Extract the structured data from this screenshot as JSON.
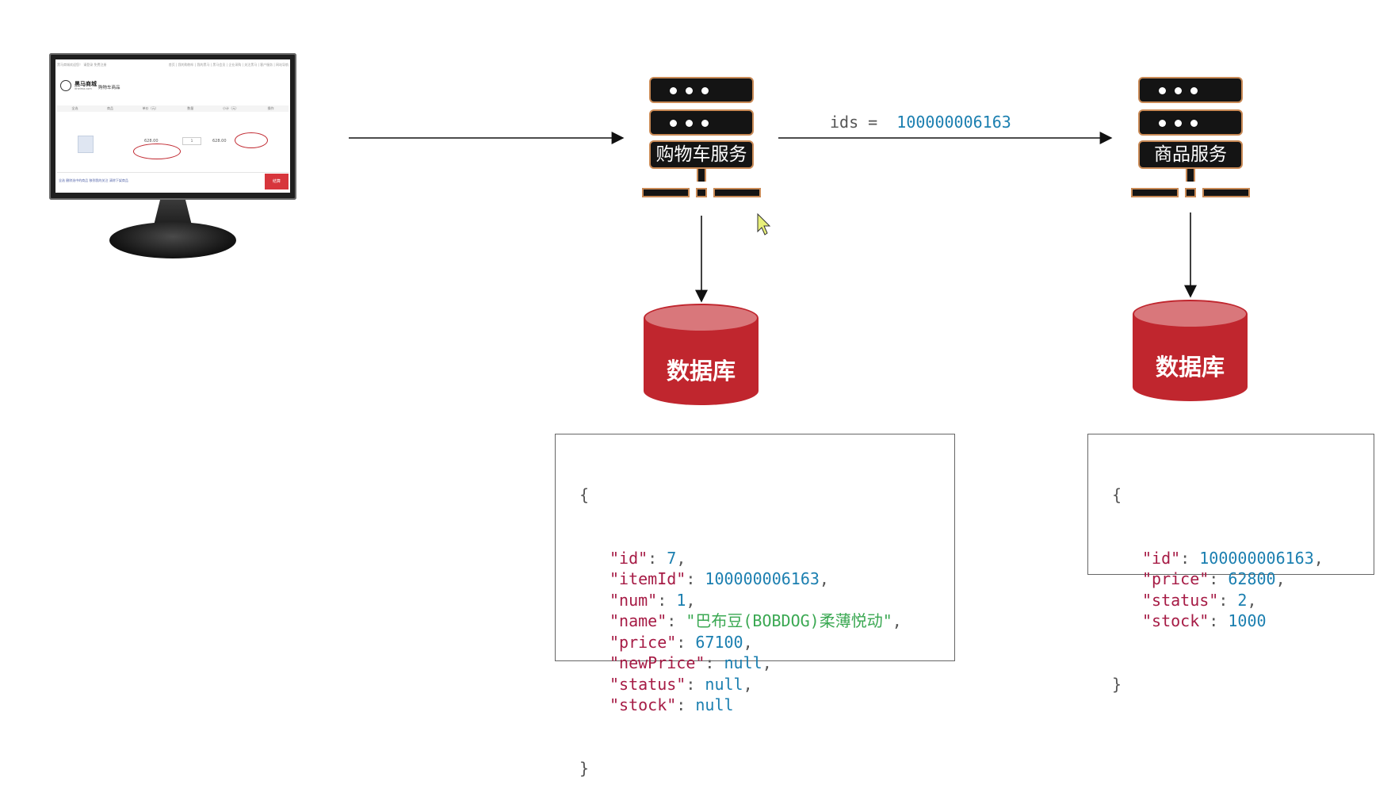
{
  "monitor": {
    "topbar_left": "黑马商城欢迎您！ 请登录 免费注册",
    "topbar_right": "首页 | 我的购物车 | 我的黑马 | 黑马会员 | 企业采购 | 关注黑马 | 客户服务 | 网站导航",
    "brand": "黑马商城",
    "brand_sub": "itheima.com",
    "page_title": "购物车商品",
    "table_headers": [
      "全选",
      "商品",
      "单价（元）",
      "数量",
      "小计（元）",
      "操作"
    ],
    "unit_price": "628.00",
    "quantity": "1",
    "subtotal": "628.00",
    "links": "全选  删除选中的商品  移到我的关注  清除下架商品",
    "checkout": "结算"
  },
  "cart_service": {
    "label": "购物车服务"
  },
  "item_service": {
    "label": "商品服务"
  },
  "arrow_label": {
    "key": "ids",
    "eq": " = ",
    "value": "100000006163"
  },
  "cart_db": {
    "label": "数据库"
  },
  "item_db": {
    "label": "数据库"
  },
  "cart_json": {
    "open": "{",
    "close": "}",
    "lines": [
      {
        "key": "\"id\"",
        "value": "7",
        "type": "n",
        "comma": ","
      },
      {
        "key": "\"itemId\"",
        "value": "100000006163",
        "type": "n",
        "comma": ","
      },
      {
        "key": "\"num\"",
        "value": "1",
        "type": "n",
        "comma": ","
      },
      {
        "key": "\"name\"",
        "value": "\"巴布豆(BOBDOG)柔薄悦动\"",
        "type": "s",
        "comma": ","
      },
      {
        "key": "\"price\"",
        "value": "67100",
        "type": "n",
        "comma": ","
      },
      {
        "key": "\"newPrice\"",
        "value": "null",
        "type": "n",
        "comma": ","
      },
      {
        "key": "\"status\"",
        "value": "null",
        "type": "n",
        "comma": ","
      },
      {
        "key": "\"stock\"",
        "value": "null",
        "type": "n",
        "comma": ""
      }
    ]
  },
  "item_json": {
    "open": "{",
    "close": "}",
    "lines": [
      {
        "key": "\"id\"",
        "value": "100000006163",
        "type": "n",
        "comma": ","
      },
      {
        "key": "\"price\"",
        "value": "62800",
        "type": "n",
        "comma": ","
      },
      {
        "key": "\"status\"",
        "value": "2",
        "type": "n",
        "comma": ","
      },
      {
        "key": "\"stock\"",
        "value": "1000",
        "type": "n",
        "comma": ""
      }
    ]
  },
  "colors": {
    "server": "#141414",
    "server_border": "#c98a56",
    "db_body": "#c0262e",
    "db_top": "#d9777b",
    "json_key": "#a61b45",
    "json_number": "#1b7fb0",
    "json_string": "#3aa852"
  }
}
